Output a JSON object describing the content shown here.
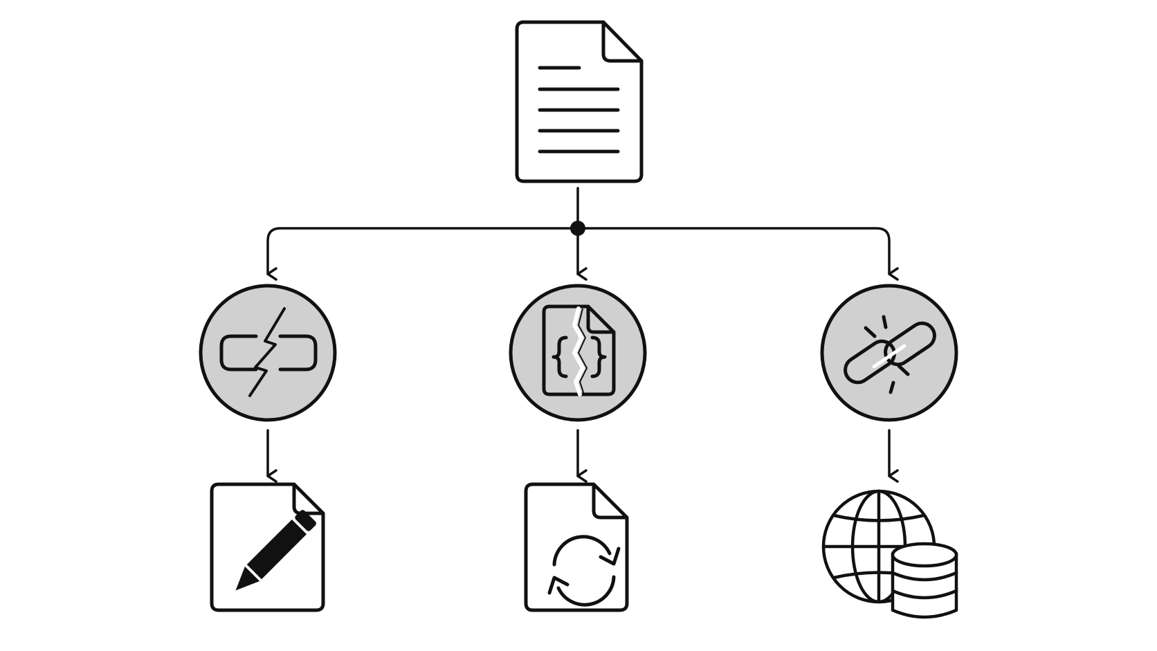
{
  "diagram": {
    "background": "#ffffff",
    "ink": "#111111",
    "node_fill": "#d0d0d0",
    "crack_color": "#ffffff",
    "nodes": {
      "root": {
        "icon": "document-icon"
      },
      "branches": [
        {
          "id": "left",
          "problem_icon": "broken-link-bracket-icon",
          "result_icon": "edit-document-icon"
        },
        {
          "id": "center",
          "problem_icon": "cracked-code-file-icon",
          "result_icon": "refresh-document-icon"
        },
        {
          "id": "right",
          "problem_icon": "broken-chain-link-icon",
          "result_icon": "globe-database-icon"
        }
      ]
    }
  }
}
